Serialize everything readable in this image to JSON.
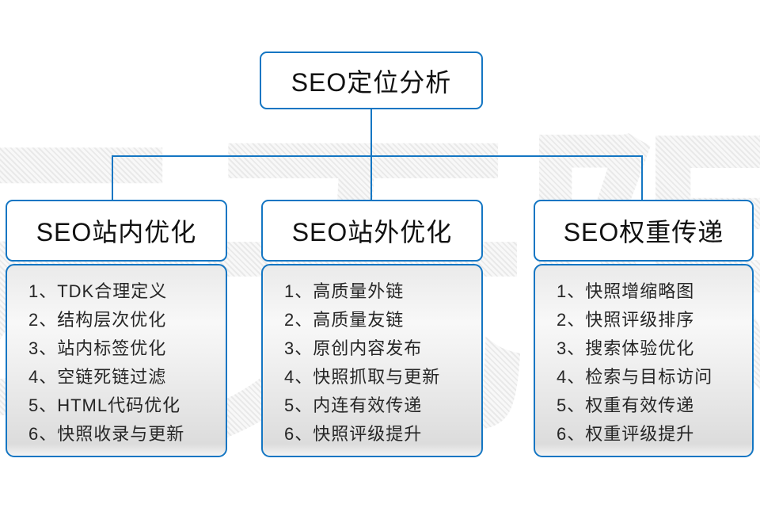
{
  "diagram": {
    "watermark": "云无限",
    "colors": {
      "border_blue": "#1476c3",
      "connector_blue": "#1476c3",
      "list_text": "#262626",
      "title_text": "#111111"
    },
    "root": {
      "title": "SEO定位分析"
    },
    "columns": [
      {
        "title": "SEO站内优化",
        "items": [
          "1、TDK合理定义",
          "2、结构层次优化",
          "3、站内标签优化",
          "4、空链死链过滤",
          "5、HTML代码优化",
          "6、快照收录与更新"
        ]
      },
      {
        "title": "SEO站外优化",
        "items": [
          "1、高质量外链",
          "2、高质量友链",
          "3、原创内容发布",
          "4、快照抓取与更新",
          "5、内连有效传递",
          "6、快照评级提升"
        ]
      },
      {
        "title": "SEO权重传递",
        "items": [
          "1、快照增缩略图",
          "2、快照评级排序",
          "3、搜索体验优化",
          "4、检索与目标访问",
          "5、权重有效传递",
          "6、权重评级提升"
        ]
      }
    ]
  }
}
